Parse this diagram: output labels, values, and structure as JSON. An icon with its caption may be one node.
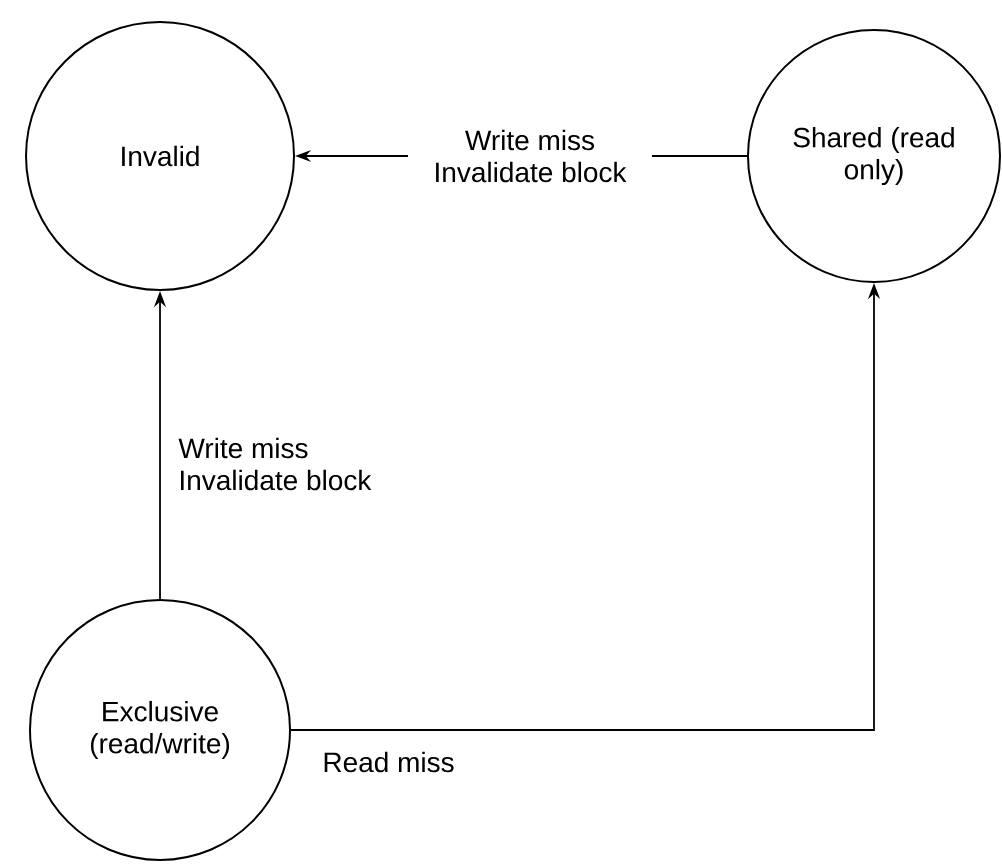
{
  "diagram": {
    "nodes": [
      {
        "text": [
          "Invalid"
        ]
      },
      {
        "text": [
          "Shared (read only)"
        ]
      },
      {
        "text": [
          "Exclusive (read/write)"
        ]
      }
    ],
    "edges": [
      {
        "from": 1,
        "to": 0,
        "arrow": "to",
        "label": "Write miss Invalidate block"
      },
      {
        "from": 2,
        "to": 0,
        "arrow": "to",
        "label": "Write miss Invalidate block"
      },
      {
        "from": 2,
        "to": 1,
        "arrow": "to",
        "label": "Read miss"
      }
    ]
  }
}
